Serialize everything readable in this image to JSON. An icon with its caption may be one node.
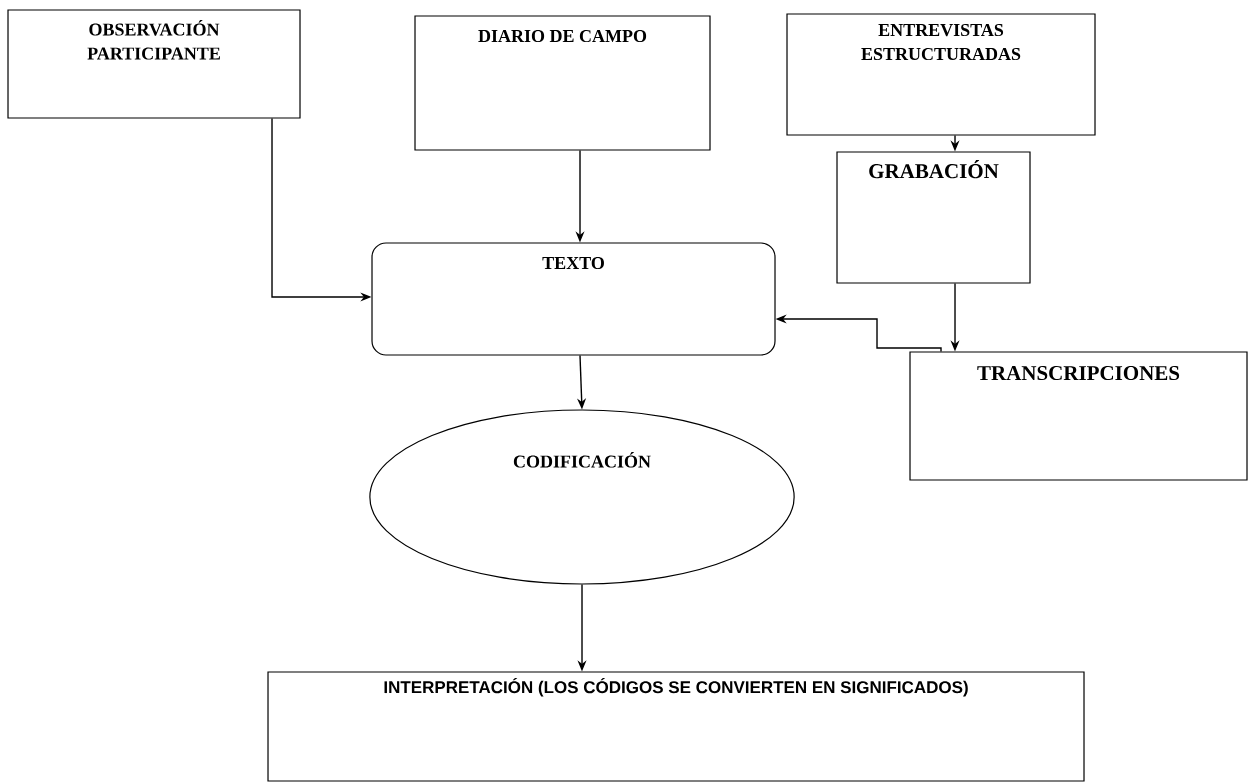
{
  "diagram": {
    "nodes": [
      {
        "text": [
          "OBSERVACIÓN PARTICIPANTE"
        ]
      },
      {
        "text": [
          "DIARIO DE CAMPO"
        ]
      },
      {
        "text": [
          "ENTREVISTAS ESTRUCTURADAS"
        ]
      },
      {
        "text": [
          "GRABACIÓN"
        ]
      },
      {
        "text": [
          "TEXTO"
        ]
      },
      {
        "text": [
          "TRANSCRIPCIONES"
        ]
      },
      {
        "text": [
          "CODIFICACIÓN"
        ]
      },
      {
        "text": [
          "INTERPRETACIÓN (LOS CÓDIGOS SE CONVIERTEN EN SIGNIFICADOS)"
        ]
      }
    ],
    "edges": [
      {
        "from": 0,
        "to": 4,
        "arrow": "to"
      },
      {
        "from": 1,
        "to": 4,
        "arrow": "to"
      },
      {
        "from": 2,
        "to": 3,
        "arrow": "to"
      },
      {
        "from": 3,
        "to": 5,
        "arrow": "to"
      },
      {
        "from": 5,
        "to": 4,
        "arrow": "to"
      },
      {
        "from": 4,
        "to": 6,
        "arrow": "to"
      },
      {
        "from": 6,
        "to": 7,
        "arrow": "to"
      }
    ]
  }
}
